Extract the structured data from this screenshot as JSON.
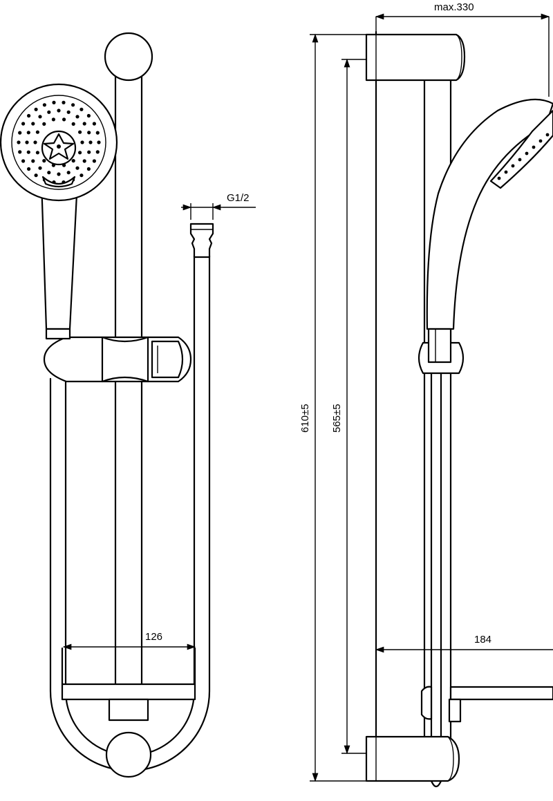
{
  "dimensions": {
    "max_reach": "max.330",
    "thread": "G1/2",
    "total_height": "610±5",
    "bracket_spacing": "565±5",
    "hose_offset": "126",
    "wall_projection": "184"
  },
  "colors": {
    "line": "#000000",
    "background": "#ffffff"
  }
}
